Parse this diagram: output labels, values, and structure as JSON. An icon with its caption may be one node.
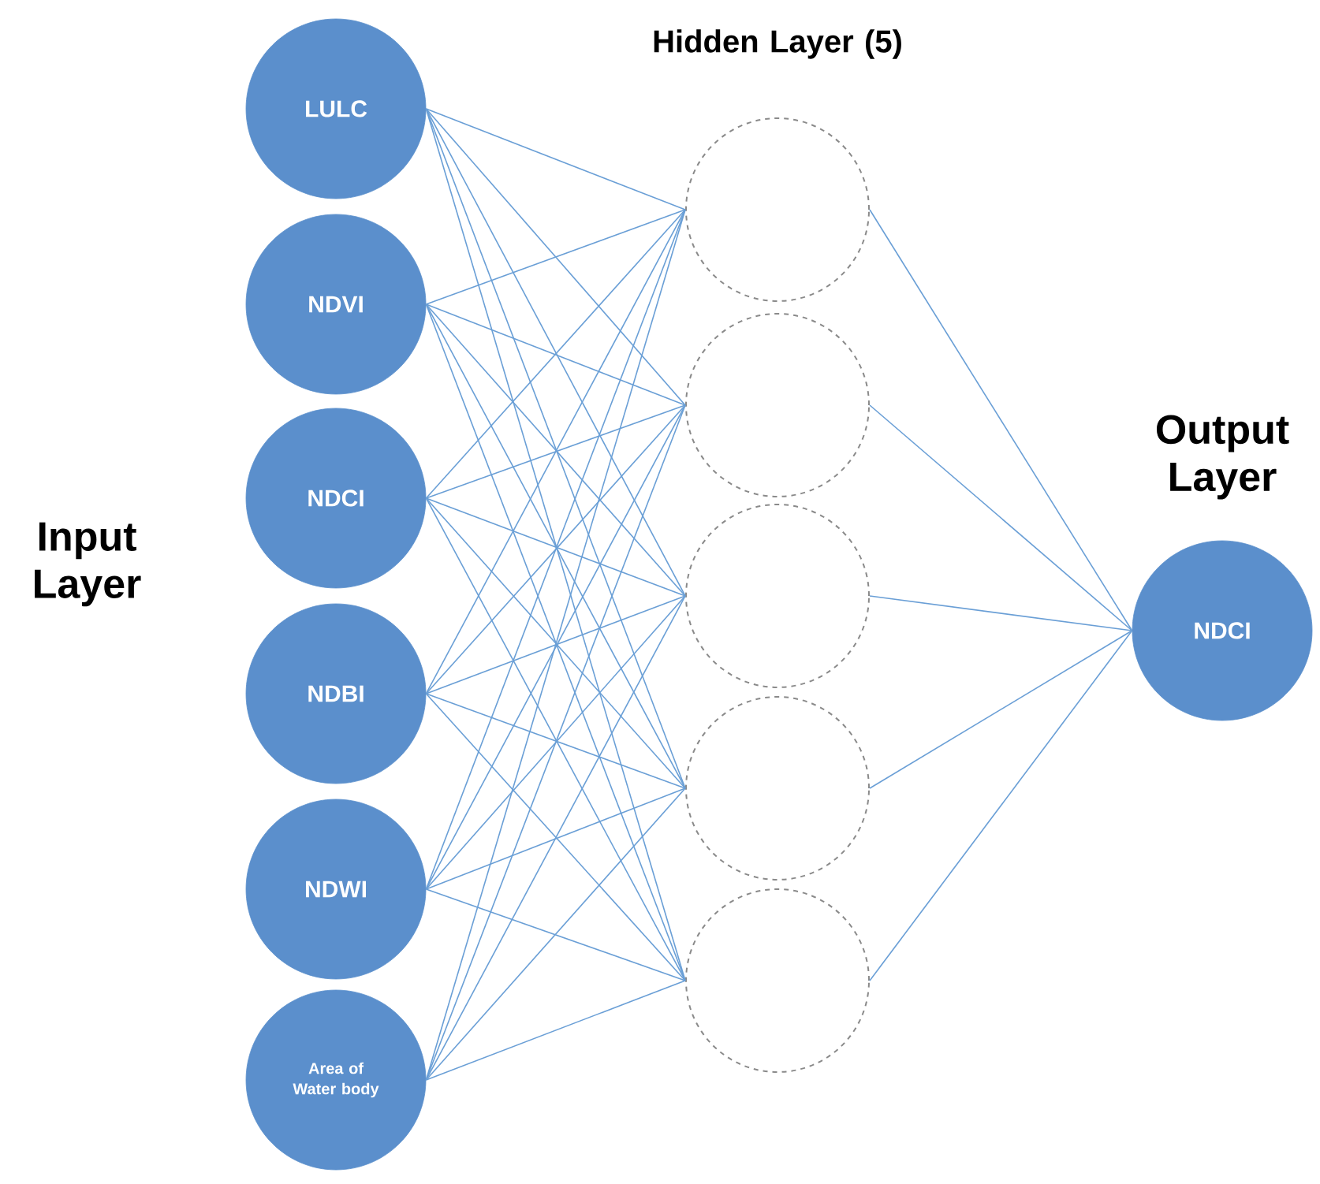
{
  "diagram": {
    "nodes": [
      {
        "text": [
          "LULC"
        ]
      },
      {
        "text": [
          "NDVI"
        ]
      },
      {
        "text": [
          "NDCI"
        ]
      },
      {
        "text": [
          "NDBI"
        ]
      },
      {
        "text": [
          "NDWI"
        ]
      },
      {
        "text": [
          "Area of Water body"
        ]
      },
      {
        "text": [],
        "shape": "circle"
      },
      {
        "text": [],
        "shape": "circle"
      },
      {
        "text": [],
        "shape": "circle"
      },
      {
        "text": [],
        "shape": "circle"
      },
      {
        "text": [],
        "shape": "circle"
      },
      {
        "text": [
          "NDCI"
        ]
      }
    ],
    "edges": [
      {
        "from": 0,
        "to": 6,
        "arrow": "none"
      },
      {
        "from": 0,
        "to": 7,
        "arrow": "none"
      },
      {
        "from": 0,
        "to": 8,
        "arrow": "none"
      },
      {
        "from": 0,
        "to": 9,
        "arrow": "none"
      },
      {
        "from": 0,
        "to": 10,
        "arrow": "none"
      },
      {
        "from": 1,
        "to": 6,
        "arrow": "none"
      },
      {
        "from": 1,
        "to": 7,
        "arrow": "none"
      },
      {
        "from": 1,
        "to": 8,
        "arrow": "none"
      },
      {
        "from": 1,
        "to": 9,
        "arrow": "none"
      },
      {
        "from": 1,
        "to": 10,
        "arrow": "none"
      },
      {
        "from": 2,
        "to": 6,
        "arrow": "none"
      },
      {
        "from": 2,
        "to": 7,
        "arrow": "none"
      },
      {
        "from": 2,
        "to": 8,
        "arrow": "none"
      },
      {
        "from": 2,
        "to": 9,
        "arrow": "none"
      },
      {
        "from": 2,
        "to": 10,
        "arrow": "none"
      },
      {
        "from": 3,
        "to": 6,
        "arrow": "none"
      },
      {
        "from": 3,
        "to": 7,
        "arrow": "none"
      },
      {
        "from": 3,
        "to": 8,
        "arrow": "none"
      },
      {
        "from": 3,
        "to": 9,
        "arrow": "none"
      },
      {
        "from": 3,
        "to": 10,
        "arrow": "none"
      },
      {
        "from": 4,
        "to": 6,
        "arrow": "none"
      },
      {
        "from": 4,
        "to": 7,
        "arrow": "none"
      },
      {
        "from": 4,
        "to": 8,
        "arrow": "none"
      },
      {
        "from": 4,
        "to": 9,
        "arrow": "none"
      },
      {
        "from": 4,
        "to": 10,
        "arrow": "none"
      },
      {
        "from": 5,
        "to": 6,
        "arrow": "none"
      },
      {
        "from": 5,
        "to": 7,
        "arrow": "none"
      },
      {
        "from": 5,
        "to": 8,
        "arrow": "none"
      },
      {
        "from": 5,
        "to": 9,
        "arrow": "none"
      },
      {
        "from": 5,
        "to": 10,
        "arrow": "none"
      },
      {
        "from": 6,
        "to": 11,
        "arrow": "none"
      },
      {
        "from": 7,
        "to": 11,
        "arrow": "none"
      },
      {
        "from": 8,
        "to": 11,
        "arrow": "none"
      },
      {
        "from": 9,
        "to": 11,
        "arrow": "none"
      },
      {
        "from": 10,
        "to": 11,
        "arrow": "none"
      }
    ],
    "labels": [
      "Hidden Layer (5)",
      "Output Layer",
      "Input Layer"
    ]
  }
}
